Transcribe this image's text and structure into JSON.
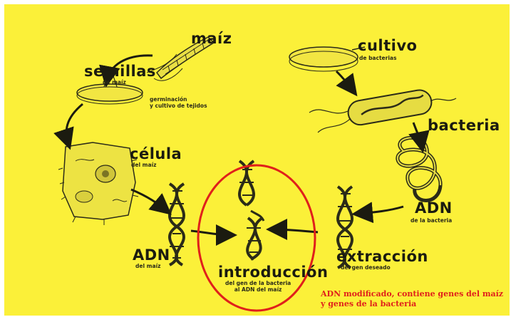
{
  "labels": {
    "maiz": "maíz",
    "semillas": "semillas",
    "semillas_sub": "de maíz",
    "germinacion": "germinación\ny cultivo de tejidos",
    "celula": "célula",
    "celula_sub": "del maíz",
    "adn_left": "ADN",
    "adn_left_sub": "del maíz",
    "cultivo": "cultivo",
    "cultivo_sub": "de bacterias",
    "bacteria": "bacteria",
    "adn_right": "ADN",
    "adn_right_sub": "de la bacteria",
    "extraccion": "extracción",
    "extraccion_sub": "del gen deseado",
    "introduccion": "introducción",
    "introduccion_sub": "del gen de la bacteria\nal ADN del maíz"
  },
  "annotation": {
    "text": "ADN modificado, contiene genes del maíz\ny genes de la bacteria",
    "color": "#e0201b"
  },
  "colors": {
    "background": "#fbf039",
    "ink": "#1b1b10",
    "highlight_ellipse": "#e0201b"
  }
}
